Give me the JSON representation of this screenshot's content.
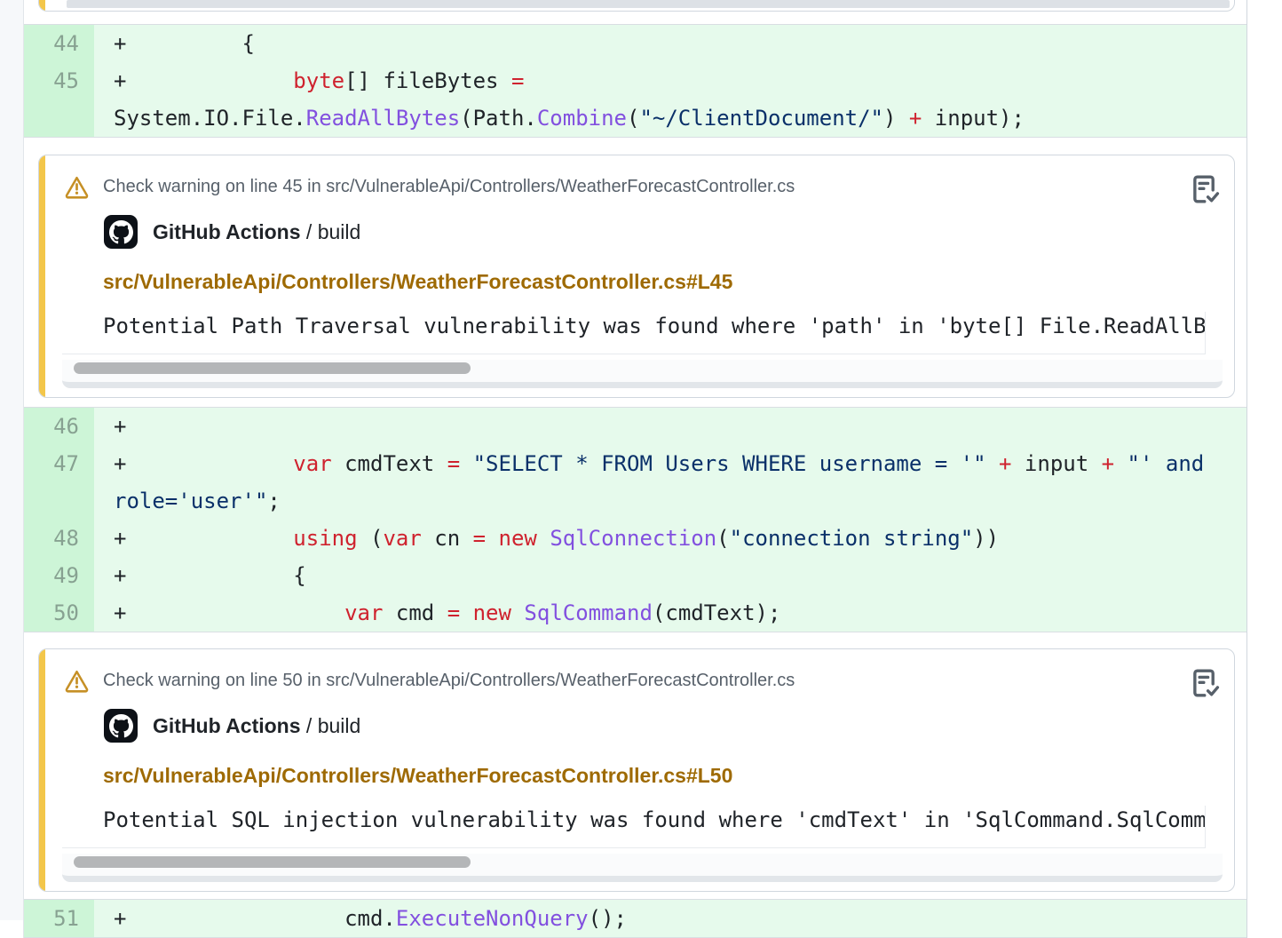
{
  "colors": {
    "addition_line_bg": "#e6faec",
    "addition_gutter_bg": "#cdf5d7",
    "annotation_stripe": "#f3c64a",
    "warning_icon": "#c69026",
    "link_gold": "#9e6a03",
    "keyword_red": "#cf222e",
    "function_purple": "#8250df",
    "string_navy": "#0a3069",
    "border_gray": "#d0d7de",
    "header_gray": "#57606a"
  },
  "icons": {
    "warning": "warning-triangle-icon",
    "app_logo": "github-octocat-icon",
    "copy": "checklist-icon"
  },
  "diff": {
    "sections": [
      {
        "lines": [
          {
            "n": "44",
            "code": [
              [
                "d",
                "+         {"
              ]
            ]
          },
          {
            "n": "45",
            "code": [
              [
                "d",
                "+             "
              ],
              [
                "k",
                "byte"
              ],
              [
                "d",
                "[] fileBytes "
              ],
              [
                "k",
                "="
              ],
              [
                "d",
                " System.IO.File."
              ],
              [
                "f",
                "ReadAllBytes"
              ],
              [
                "d",
                "(Path."
              ],
              [
                "f",
                "Combine"
              ],
              [
                "d",
                "("
              ],
              [
                "s",
                "\"~/ClientDocument/\""
              ],
              [
                "d",
                ") "
              ],
              [
                "k",
                "+"
              ],
              [
                "d",
                " input);"
              ]
            ]
          }
        ]
      },
      {
        "lines": [
          {
            "n": "46",
            "code": [
              [
                "d",
                "+"
              ]
            ]
          },
          {
            "n": "47",
            "code": [
              [
                "d",
                "+             "
              ],
              [
                "k",
                "var"
              ],
              [
                "d",
                " cmdText "
              ],
              [
                "k",
                "="
              ],
              [
                "d",
                " "
              ],
              [
                "s",
                "\"SELECT * FROM Users WHERE username = '\""
              ],
              [
                "d",
                " "
              ],
              [
                "k",
                "+"
              ],
              [
                "d",
                " input "
              ],
              [
                "k",
                "+"
              ],
              [
                "d",
                " "
              ],
              [
                "s",
                "\"' and role='user'\""
              ],
              [
                "d",
                ";"
              ]
            ]
          },
          {
            "n": "48",
            "code": [
              [
                "d",
                "+             "
              ],
              [
                "k",
                "using"
              ],
              [
                "d",
                " ("
              ],
              [
                "k",
                "var"
              ],
              [
                "d",
                " cn "
              ],
              [
                "k",
                "="
              ],
              [
                "d",
                " "
              ],
              [
                "k",
                "new"
              ],
              [
                "d",
                " "
              ],
              [
                "f",
                "SqlConnection"
              ],
              [
                "d",
                "("
              ],
              [
                "s",
                "\"connection string\""
              ],
              [
                "d",
                "))"
              ]
            ]
          },
          {
            "n": "49",
            "code": [
              [
                "d",
                "+             {"
              ]
            ]
          },
          {
            "n": "50",
            "code": [
              [
                "d",
                "+                 "
              ],
              [
                "k",
                "var"
              ],
              [
                "d",
                " cmd "
              ],
              [
                "k",
                "="
              ],
              [
                "d",
                " "
              ],
              [
                "k",
                "new"
              ],
              [
                "d",
                " "
              ],
              [
                "f",
                "SqlCommand"
              ],
              [
                "d",
                "(cmdText);"
              ]
            ]
          }
        ]
      },
      {
        "lines": [
          {
            "n": "51",
            "code": [
              [
                "d",
                "+                 cmd."
              ],
              [
                "f",
                "ExecuteNonQuery"
              ],
              [
                "d",
                "();"
              ]
            ]
          }
        ]
      }
    ]
  },
  "annotations": [
    {
      "header": "Check warning on line 45 in src/VulnerableApi/Controllers/WeatherForecastController.cs",
      "app_name": "GitHub Actions",
      "app_context": "/ build",
      "link": "src/VulnerableApi/Controllers/WeatherForecastController.cs#L45",
      "message": "Potential Path Traversal vulnerability was found where 'path' in 'byte[] File.ReadAllB"
    },
    {
      "header": "Check warning on line 50 in src/VulnerableApi/Controllers/WeatherForecastController.cs",
      "app_name": "GitHub Actions",
      "app_context": "/ build",
      "link": "src/VulnerableApi/Controllers/WeatherForecastController.cs#L50",
      "message": "Potential SQL injection vulnerability was found where 'cmdText' in 'SqlCommand.SqlComm"
    }
  ]
}
